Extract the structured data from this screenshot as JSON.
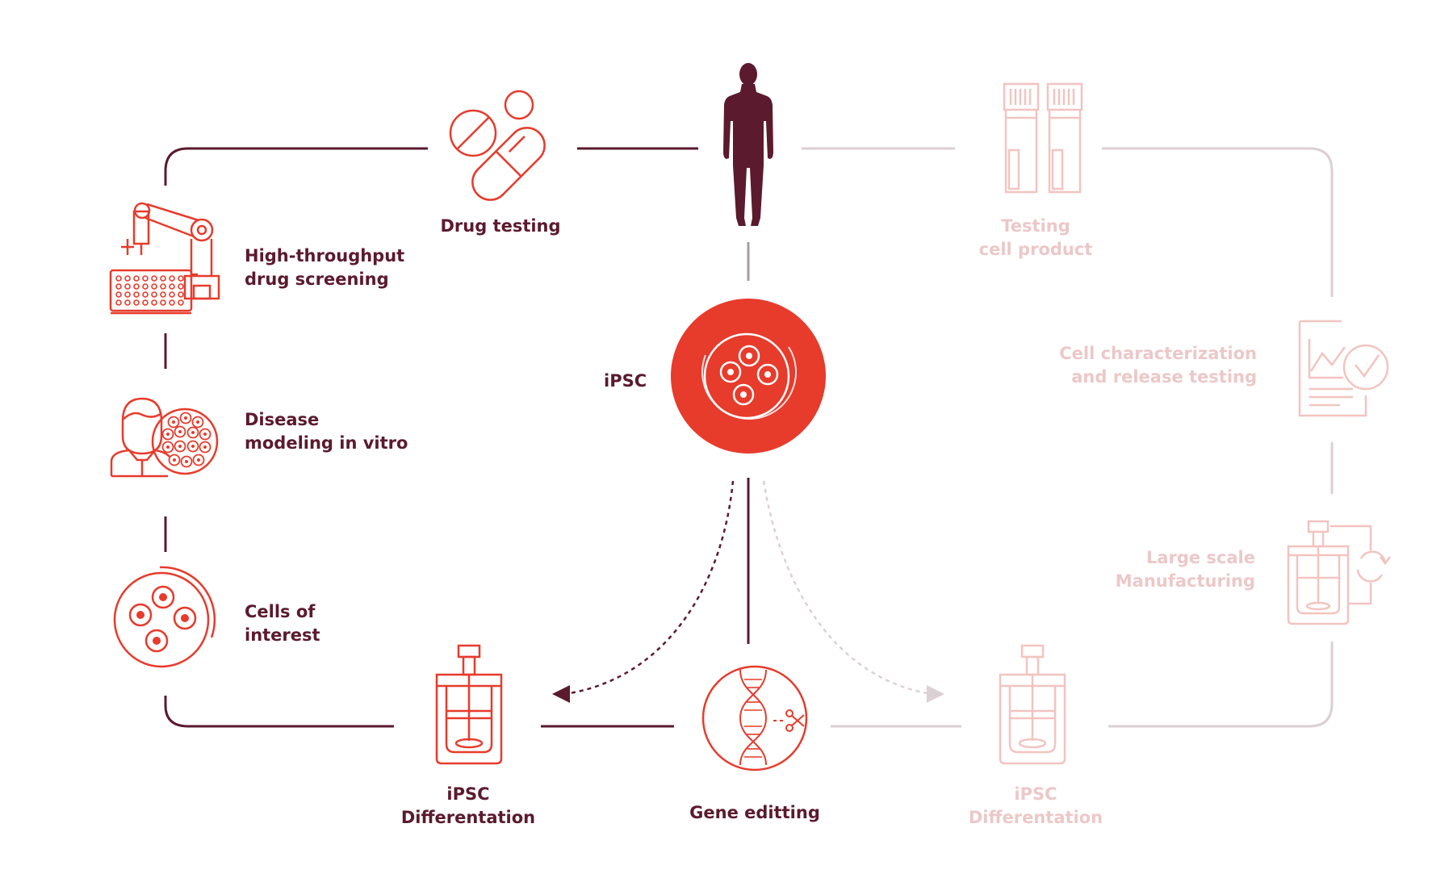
{
  "labels": {
    "center": "iPSC",
    "drug_testing": "Drug testing",
    "htp_line1": "High-throughput",
    "htp_line2": "drug screening",
    "disease_line1": "Disease",
    "disease_line2": "modeling in vitro",
    "cells_line1": "Cells of",
    "cells_line2": "interest",
    "diff_left_line1": "iPSC",
    "diff_left_line2": "Differentation",
    "gene_editing": "Gene editting",
    "diff_right_line1": "iPSC",
    "diff_right_line2": "Differentation",
    "testing_line1": "Testing",
    "testing_line2": "cell product",
    "charact_line1": "Cell characterization",
    "charact_line2": "and release testing",
    "large_line1": "Large scale",
    "large_line2": "Manufacturing"
  },
  "colors": {
    "dark": "#5b1a2e",
    "red": "#e73b2c",
    "faded_line": "#d9cdd2",
    "faded_icon": "#f2c4c0",
    "faded_text": "#ecc8c8"
  },
  "icons": {
    "center": "cell-culture-dish-icon",
    "drug_testing": "pills-icon",
    "human": "human-figure-icon",
    "htp": "robotic-arm-well-plate-icon",
    "disease": "patient-with-cells-icon",
    "cells": "petri-dish-cells-icon",
    "diff_left": "bioreactor-icon",
    "gene": "dna-scissors-icon",
    "diff_right": "bioreactor-icon",
    "testing": "test-tubes-icon",
    "charact": "report-check-icon",
    "large": "bioreactor-cycle-icon"
  }
}
